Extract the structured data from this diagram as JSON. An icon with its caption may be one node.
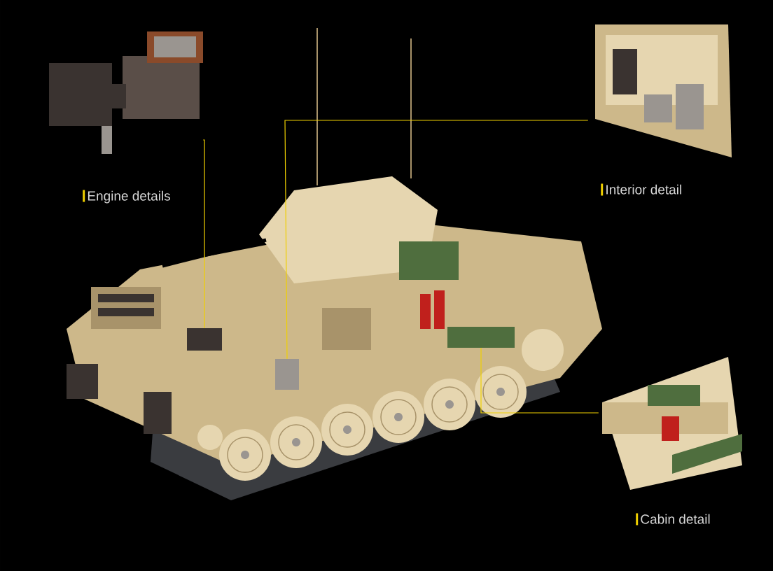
{
  "diagram": {
    "nodes": [
      {
        "text": [],
        "shape": "picture"
      },
      {
        "text": [],
        "shape": "box",
        "in": 0
      },
      {
        "text": [],
        "shape": "box",
        "in": 0
      },
      {
        "text": [],
        "shape": "box",
        "in": 0
      },
      {
        "text": [],
        "shape": "picture",
        "beside": [
          "Engine details"
        ]
      },
      {
        "text": [],
        "shape": "picture",
        "beside": [
          "Interior detail"
        ]
      },
      {
        "text": [],
        "shape": "picture",
        "beside": [
          "Cabin detail"
        ]
      }
    ],
    "edges": [
      {
        "from": 4,
        "to": 1,
        "arrow": "none"
      },
      {
        "from": 5,
        "to": 2,
        "arrow": "none"
      },
      {
        "from": 6,
        "to": 3,
        "arrow": "none"
      }
    ]
  }
}
